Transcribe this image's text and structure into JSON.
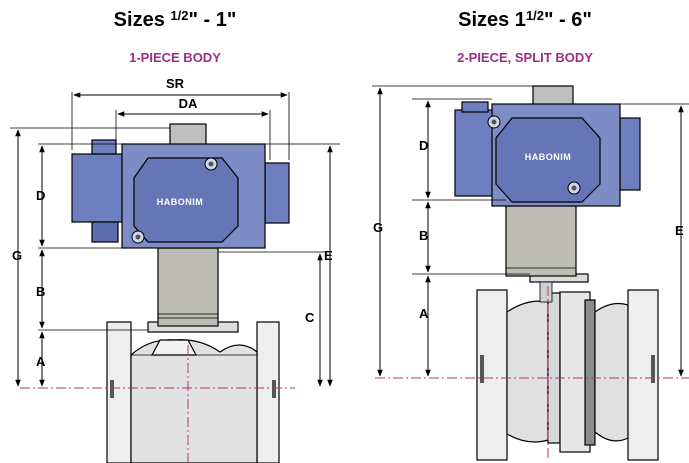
{
  "left": {
    "title_main": "Sizes ",
    "title_frac": "1/2",
    "title_rest": "\" - 1\"",
    "subtitle": "1-PIECE BODY",
    "brand": "HABONIM",
    "dims": {
      "SR": "SR",
      "DA": "DA",
      "D": "D",
      "G": "G",
      "B": "B",
      "A": "A",
      "E": "E",
      "C": "C"
    }
  },
  "right": {
    "title_main": "Sizes 1",
    "title_frac": "1/2",
    "title_rest": "\" - 6\"",
    "subtitle": "2-PIECE, SPLIT BODY",
    "brand": "HABONIM",
    "dims": {
      "D": "D",
      "G": "G",
      "B": "B",
      "A": "A",
      "E": "E"
    }
  },
  "colors": {
    "actuator_blue": "#7d8cc4",
    "actuator_dark": "#3c4a82",
    "bracket_gray": "#bdbdb5",
    "body_gray": "#e6e6e6",
    "subtitle_purple": "#9b2f86",
    "centerline": "#b0357e"
  }
}
